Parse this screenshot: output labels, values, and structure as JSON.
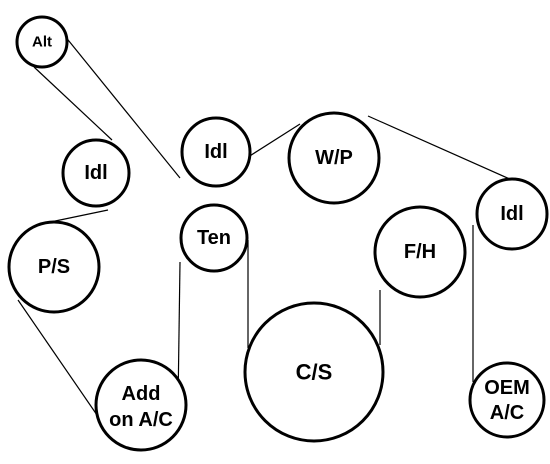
{
  "diagram": {
    "pulleys": {
      "alt": {
        "label": "Alt"
      },
      "idl1": {
        "label": "Idl"
      },
      "idl2": {
        "label": "Idl"
      },
      "wp": {
        "label": "W/P"
      },
      "idl3": {
        "label": "Idl"
      },
      "ps": {
        "label": "P/S"
      },
      "ten": {
        "label": "Ten"
      },
      "fh": {
        "label": "F/H"
      },
      "cs": {
        "label": "C/S"
      },
      "addac": {
        "line1": "Add",
        "line2": "on A/C"
      },
      "oemac": {
        "line1": "OEM",
        "line2": "A/C"
      }
    },
    "colors": {
      "stroke": "#000000",
      "fill": "#ffffff"
    }
  }
}
